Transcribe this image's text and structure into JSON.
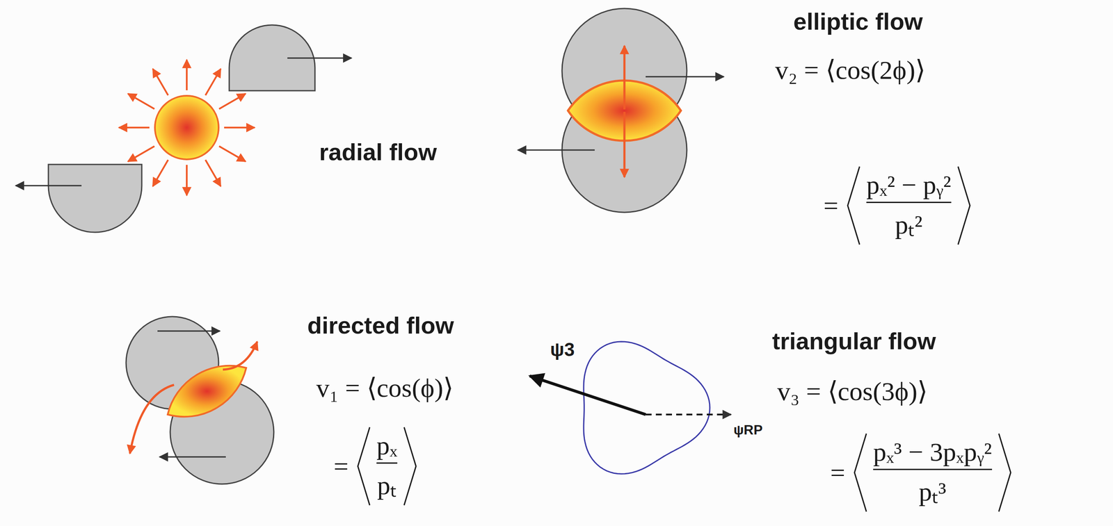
{
  "diagram": {
    "labels": [
      "radial flow",
      "elliptic flow",
      "v₂ = ⟨cos(2ϕ)⟩",
      "=",
      "pₓ² − pᵧ²",
      "pₜ²",
      "directed flow",
      "v₁ = ⟨cos(ϕ)⟩",
      "=",
      "pₓ",
      "pₜ",
      "ψ3",
      "ψRP",
      "triangular flow",
      "v₃ = ⟨cos(3ϕ)⟩",
      "=",
      "pₓ³ − 3pₓpᵧ²",
      "pₜ³"
    ]
  }
}
